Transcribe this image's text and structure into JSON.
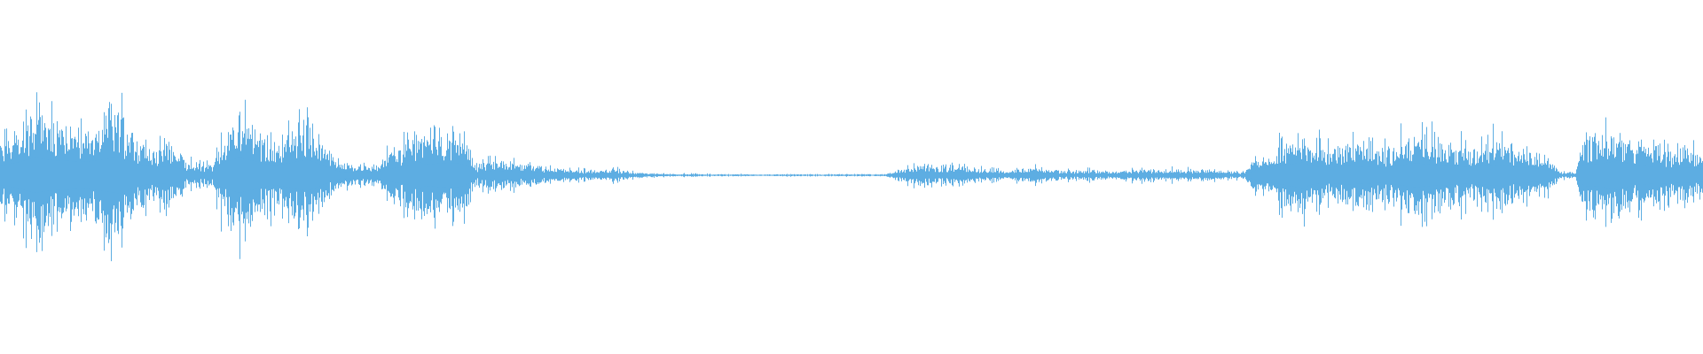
{
  "waveform": {
    "color": "#5dade2",
    "background": "#ffffff",
    "envelope": [
      [
        0.0,
        0.32
      ],
      [
        0.01,
        0.42
      ],
      [
        0.02,
        0.58
      ],
      [
        0.03,
        0.5
      ],
      [
        0.04,
        0.47
      ],
      [
        0.05,
        0.44
      ],
      [
        0.06,
        0.52
      ],
      [
        0.07,
        0.6
      ],
      [
        0.08,
        0.38
      ],
      [
        0.09,
        0.26
      ],
      [
        0.1,
        0.3
      ],
      [
        0.11,
        0.12
      ],
      [
        0.12,
        0.1
      ],
      [
        0.125,
        0.12
      ],
      [
        0.13,
        0.4
      ],
      [
        0.14,
        0.58
      ],
      [
        0.15,
        0.45
      ],
      [
        0.16,
        0.32
      ],
      [
        0.17,
        0.4
      ],
      [
        0.18,
        0.52
      ],
      [
        0.19,
        0.3
      ],
      [
        0.2,
        0.1
      ],
      [
        0.21,
        0.12
      ],
      [
        0.22,
        0.1
      ],
      [
        0.23,
        0.22
      ],
      [
        0.24,
        0.32
      ],
      [
        0.245,
        0.45
      ],
      [
        0.25,
        0.35
      ],
      [
        0.26,
        0.4
      ],
      [
        0.27,
        0.38
      ],
      [
        0.275,
        0.28
      ],
      [
        0.28,
        0.09
      ],
      [
        0.29,
        0.15
      ],
      [
        0.3,
        0.12
      ],
      [
        0.31,
        0.1
      ],
      [
        0.32,
        0.08
      ],
      [
        0.33,
        0.06
      ],
      [
        0.34,
        0.05
      ],
      [
        0.35,
        0.05
      ],
      [
        0.36,
        0.06
      ],
      [
        0.37,
        0.03
      ],
      [
        0.38,
        0.02
      ],
      [
        0.4,
        0.015
      ],
      [
        0.42,
        0.01
      ],
      [
        0.45,
        0.01
      ],
      [
        0.48,
        0.01
      ],
      [
        0.5,
        0.01
      ],
      [
        0.52,
        0.01
      ],
      [
        0.525,
        0.05
      ],
      [
        0.53,
        0.07
      ],
      [
        0.54,
        0.1
      ],
      [
        0.55,
        0.08
      ],
      [
        0.56,
        0.1
      ],
      [
        0.57,
        0.07
      ],
      [
        0.58,
        0.06
      ],
      [
        0.59,
        0.05
      ],
      [
        0.6,
        0.06
      ],
      [
        0.61,
        0.07
      ],
      [
        0.62,
        0.05
      ],
      [
        0.63,
        0.04
      ],
      [
        0.64,
        0.05
      ],
      [
        0.65,
        0.04
      ],
      [
        0.66,
        0.05
      ],
      [
        0.67,
        0.06
      ],
      [
        0.68,
        0.05
      ],
      [
        0.69,
        0.06
      ],
      [
        0.7,
        0.05
      ],
      [
        0.71,
        0.06
      ],
      [
        0.72,
        0.04
      ],
      [
        0.73,
        0.03
      ],
      [
        0.74,
        0.2
      ],
      [
        0.75,
        0.28
      ],
      [
        0.76,
        0.38
      ],
      [
        0.765,
        0.42
      ],
      [
        0.77,
        0.3
      ],
      [
        0.78,
        0.25
      ],
      [
        0.79,
        0.3
      ],
      [
        0.8,
        0.28
      ],
      [
        0.81,
        0.25
      ],
      [
        0.82,
        0.3
      ],
      [
        0.83,
        0.4
      ],
      [
        0.84,
        0.35
      ],
      [
        0.85,
        0.32
      ],
      [
        0.86,
        0.28
      ],
      [
        0.87,
        0.3
      ],
      [
        0.88,
        0.35
      ],
      [
        0.89,
        0.28
      ],
      [
        0.9,
        0.22
      ],
      [
        0.91,
        0.18
      ],
      [
        0.915,
        0.04
      ],
      [
        0.92,
        0.03
      ],
      [
        0.925,
        0.03
      ],
      [
        0.93,
        0.35
      ],
      [
        0.94,
        0.38
      ],
      [
        0.95,
        0.48
      ],
      [
        0.96,
        0.32
      ],
      [
        0.97,
        0.28
      ],
      [
        0.98,
        0.26
      ],
      [
        0.99,
        0.24
      ],
      [
        1.0,
        0.22
      ]
    ]
  }
}
